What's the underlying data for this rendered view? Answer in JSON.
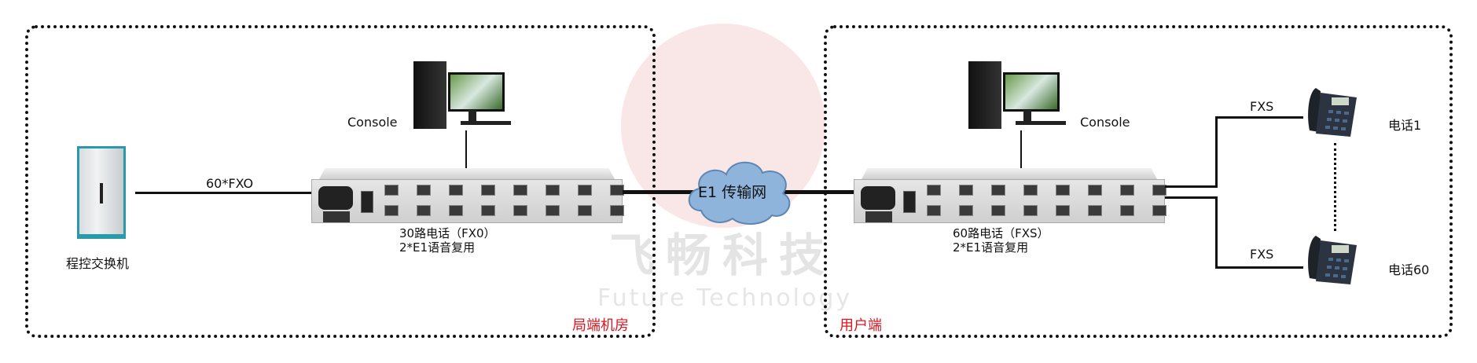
{
  "regions": {
    "central_office": "局端机房",
    "user_side": "用户端"
  },
  "central": {
    "exchange_label": "程控交换机",
    "link_label": "60*FXO",
    "console_label": "Console",
    "mux_label_line1": "30路电话（FX0）",
    "mux_label_line2": "2*E1语音复用"
  },
  "network": {
    "label": "E1 传输网"
  },
  "remote": {
    "console_label": "Console",
    "mux_label_line1": "60路电话（FXS）",
    "mux_label_line2": "2*E1语音复用",
    "fxs_label_top": "FXS",
    "fxs_label_bottom": "FXS",
    "phone_first": "电话1",
    "phone_last": "电话60"
  },
  "watermark": {
    "cn": "飞畅科技",
    "en": "Future Technology"
  },
  "colors": {
    "region_label": "#e0141e",
    "watermark_logo": "#f4d6d6",
    "cloud": "#8fb4dc"
  }
}
